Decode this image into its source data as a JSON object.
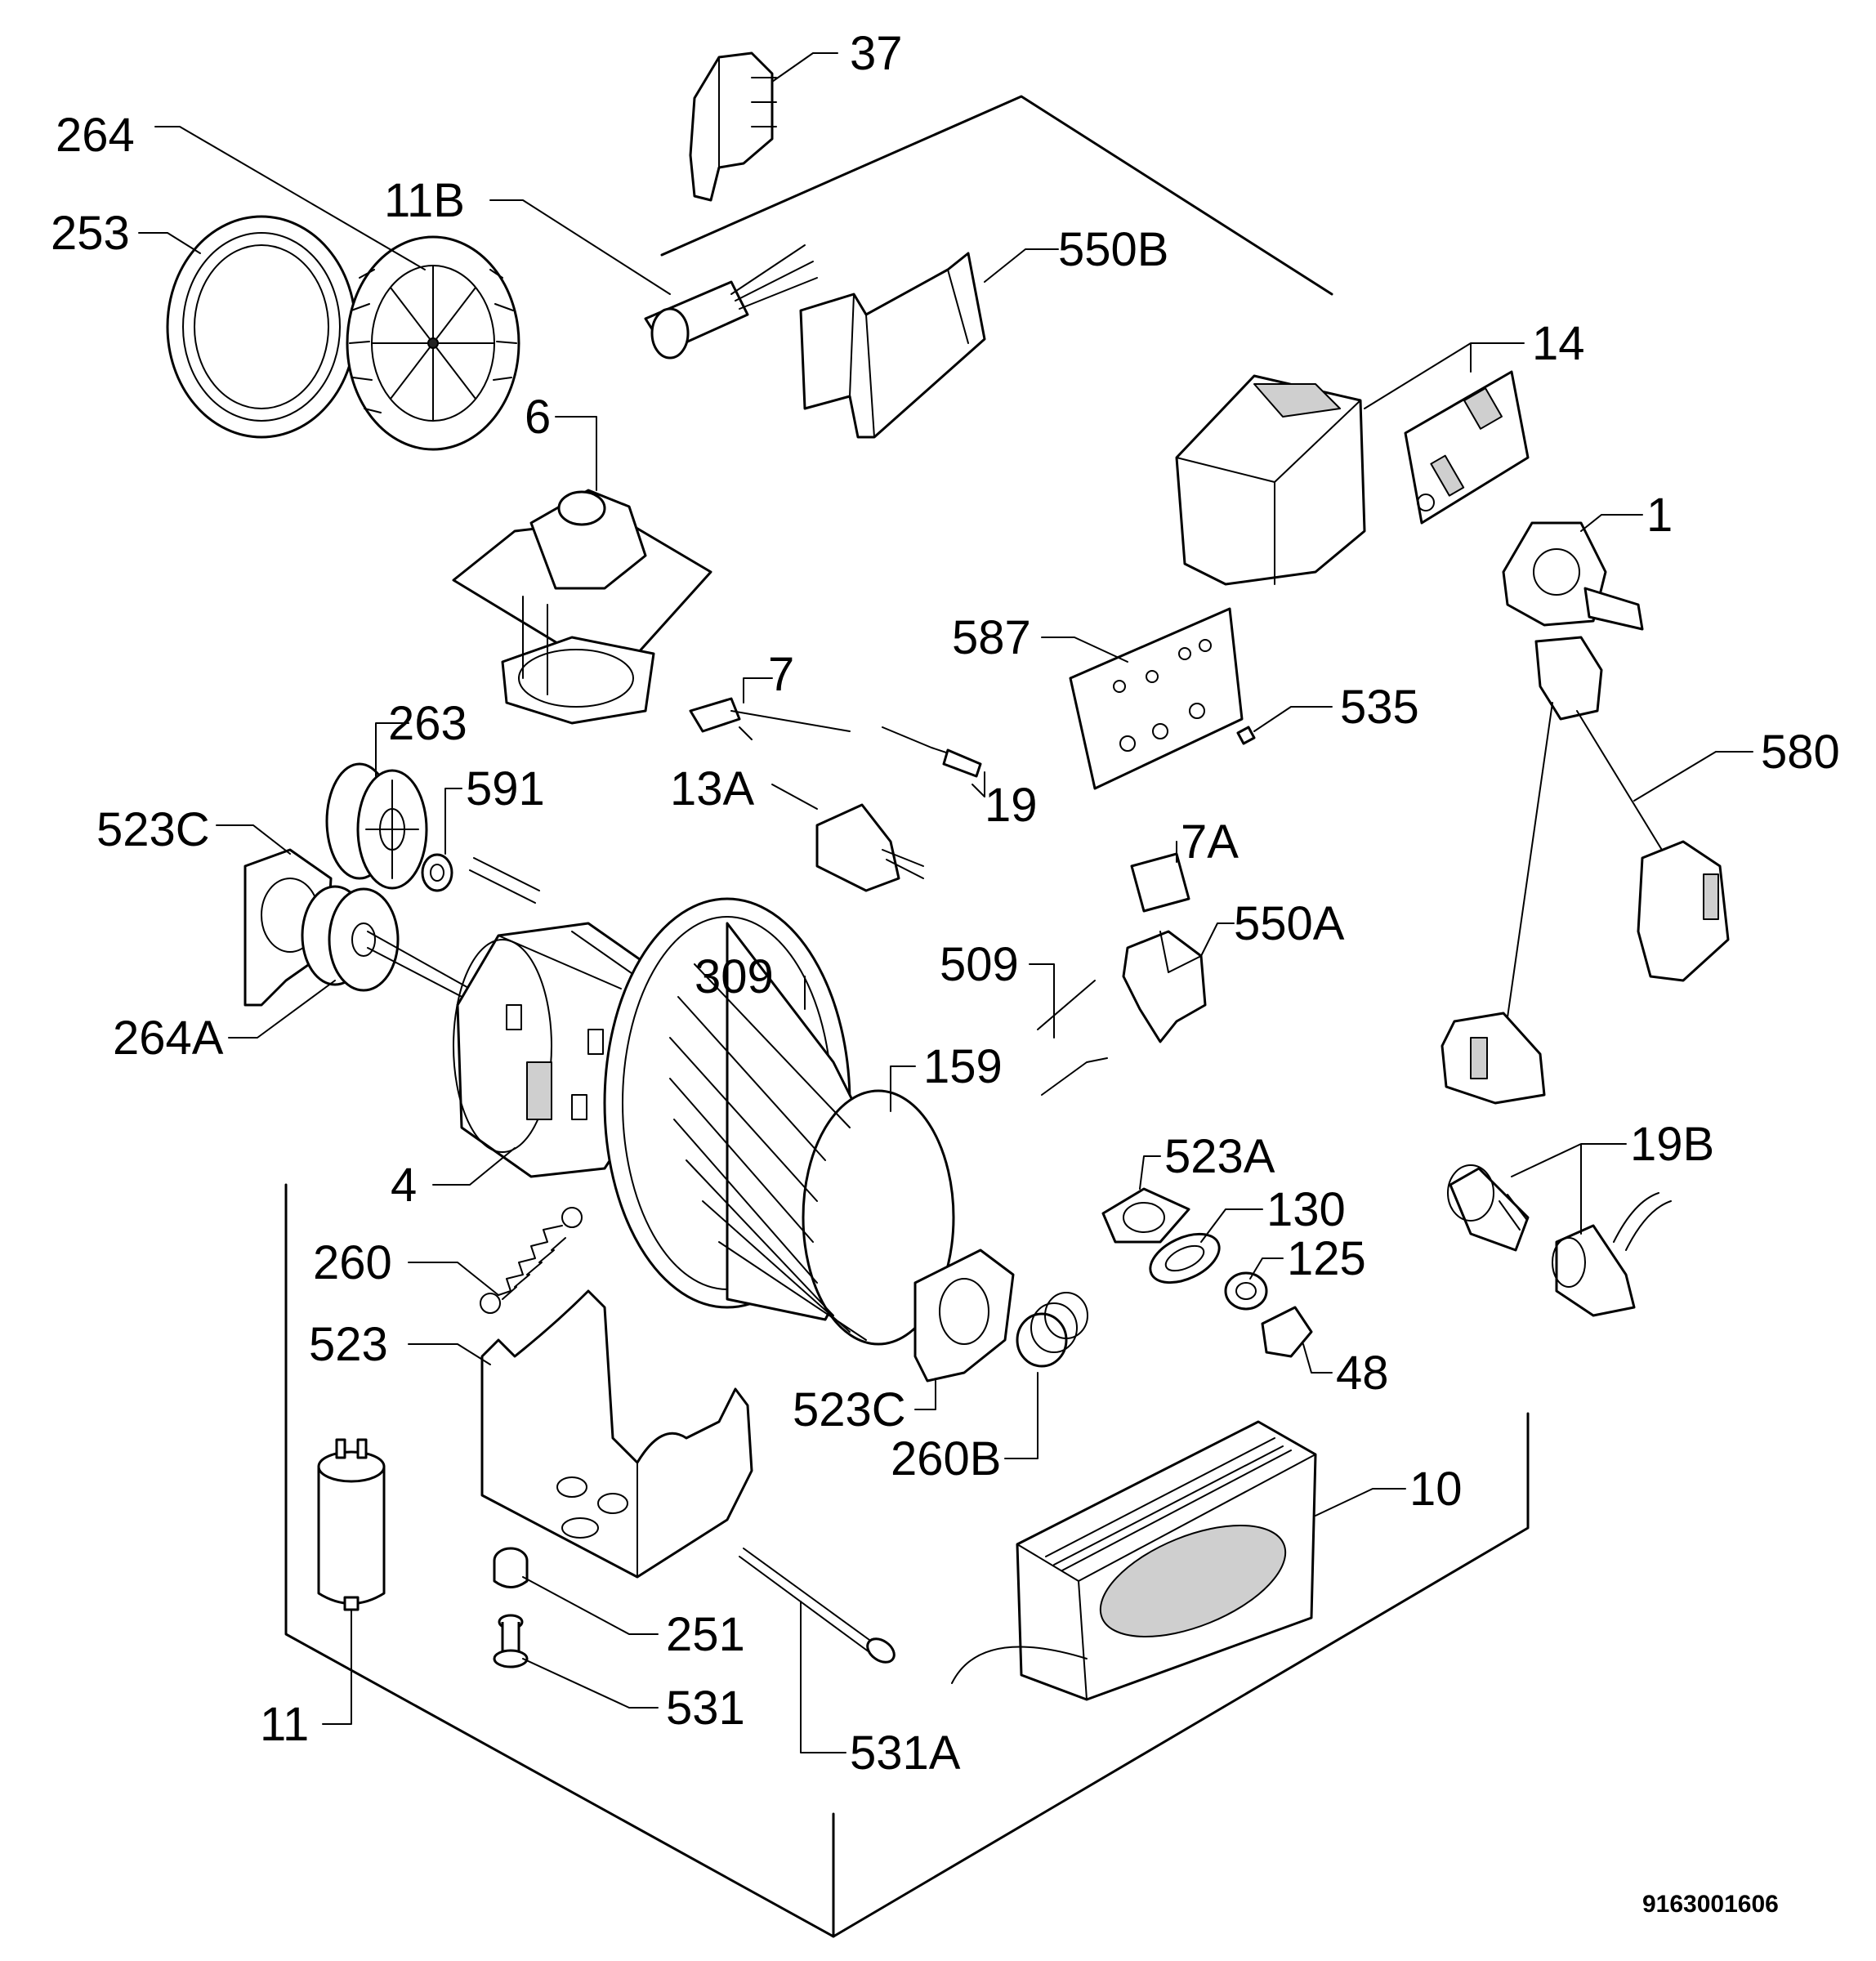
{
  "drawing_code": "9163001606",
  "labels": {
    "p37": "37",
    "p264": "264",
    "p11b": "11B",
    "p550b": "550B",
    "p253": "253",
    "p14": "14",
    "p6": "6",
    "p1": "1",
    "p587": "587",
    "p7": "7",
    "p535": "535",
    "p263": "263",
    "p580": "580",
    "p591": "591",
    "p13a": "13A",
    "p19": "19",
    "p523c_top": "523C",
    "p7a": "7A",
    "p550a": "550A",
    "p509": "509",
    "p309": "309",
    "p264a": "264A",
    "p159": "159",
    "p523a": "523A",
    "p19b": "19B",
    "p4": "4",
    "p130": "130",
    "p260": "260",
    "p125": "125",
    "p523": "523",
    "p48": "48",
    "p523c_bottom": "523C",
    "p260b": "260B",
    "p10": "10",
    "p251": "251",
    "p531": "531",
    "p11": "11",
    "p531a": "531A"
  }
}
